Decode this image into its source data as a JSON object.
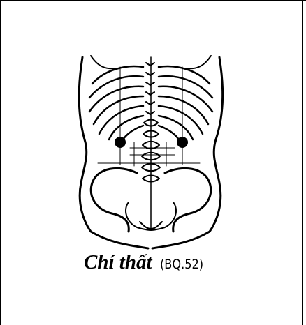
{
  "figure": {
    "subject": "back view of torso with ribcage, spine and pelvis",
    "marker_count": 2
  },
  "caption": {
    "name": "Chí thất",
    "code": "(BQ.52)"
  }
}
